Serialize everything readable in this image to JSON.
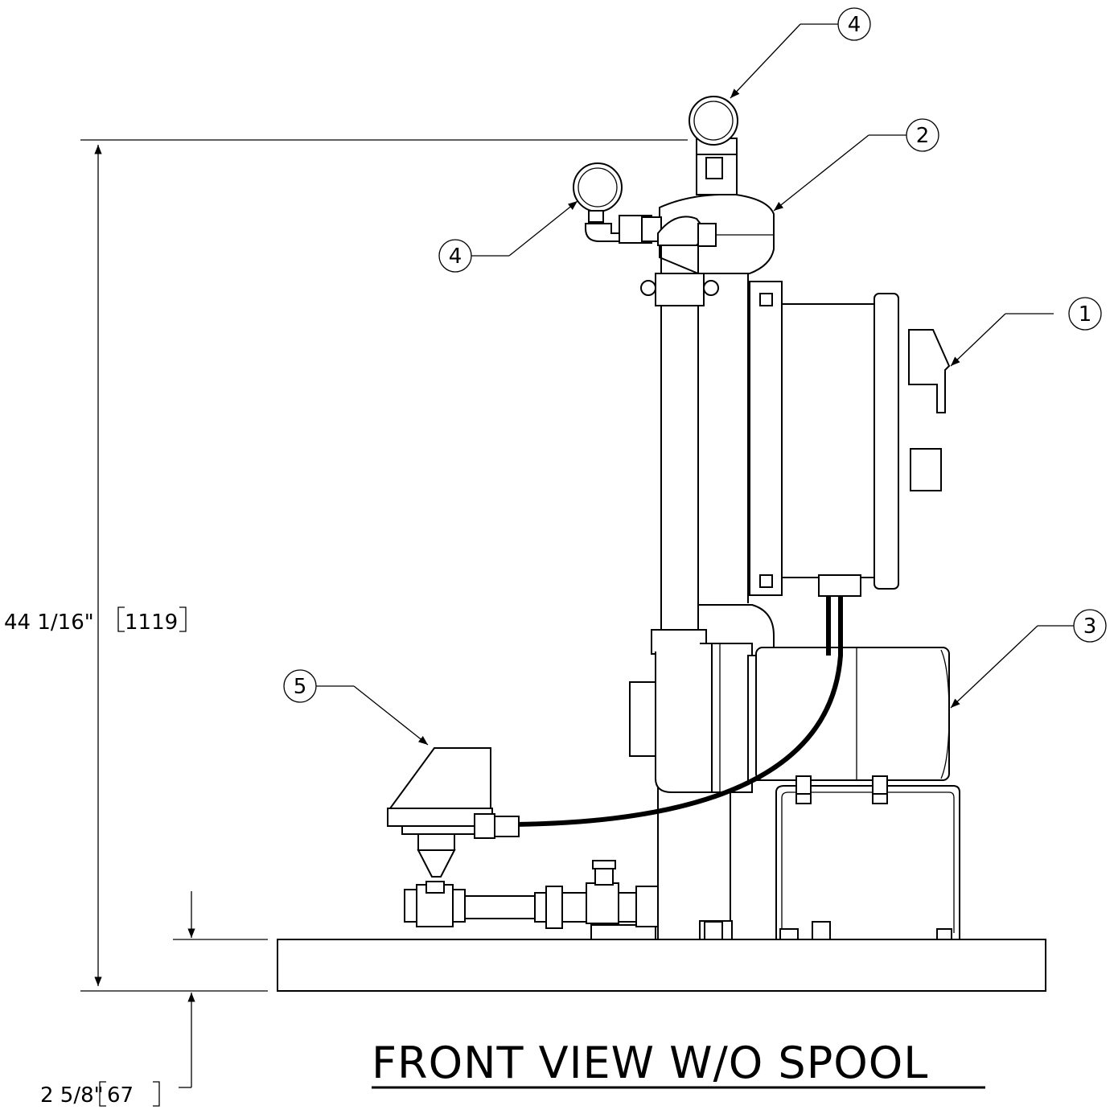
{
  "title": "FRONT VIEW W/O SPOOL",
  "dimensions": {
    "overall_height": {
      "imperial": "44 1/16\"",
      "metric": "1119"
    },
    "base_height": {
      "imperial": "2 5/8\"",
      "metric": "67"
    }
  },
  "balloons": [
    {
      "id": "balloon-1",
      "label": "1"
    },
    {
      "id": "balloon-2",
      "label": "2"
    },
    {
      "id": "balloon-3",
      "label": "3"
    },
    {
      "id": "balloon-4-top",
      "label": "4"
    },
    {
      "id": "balloon-4-left",
      "label": "4"
    },
    {
      "id": "balloon-5",
      "label": "5"
    }
  ],
  "colors": {
    "line": "#000000",
    "background": "#ffffff"
  }
}
